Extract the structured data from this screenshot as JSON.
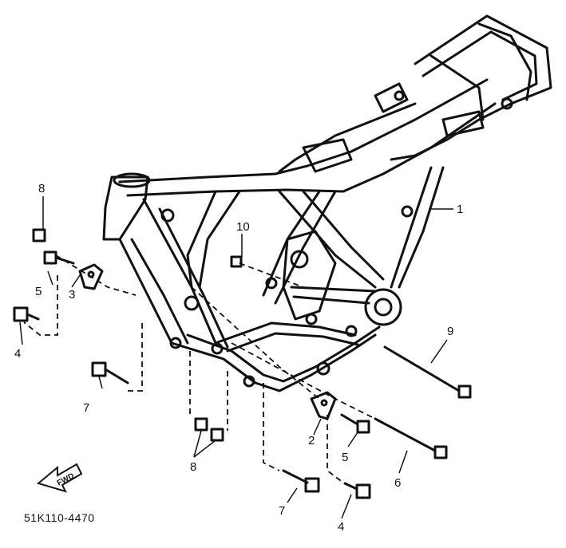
{
  "diagram": {
    "reference_code": "51K110-4470",
    "direction_arrow_text": "FWD",
    "line_color": "#111111",
    "background": "#ffffff",
    "callouts": {
      "frame": "1",
      "mount_bracket_right": "2",
      "mount_bracket_left": "3",
      "bolt_4_left": "4",
      "bolt_4_bottom": "4",
      "bolt_5_left": "5",
      "bolt_5_right": "5",
      "long_bolt_6": "6",
      "bolt_7_left": "7",
      "bolt_7_bottom": "7",
      "nut_8_top": "8",
      "nut_8_bottom": "8",
      "long_bolt_9": "9",
      "nut_10": "10"
    }
  }
}
